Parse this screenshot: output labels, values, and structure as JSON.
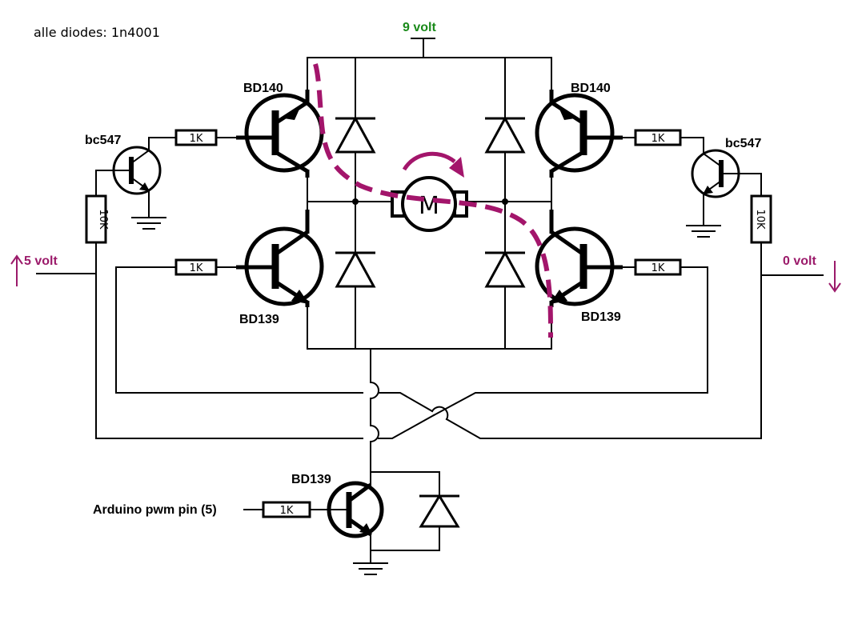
{
  "note": "alle diodes: 1n4001",
  "supply_label": "9 volt",
  "left_input_label": "5 volt",
  "right_input_label": "0 volt",
  "pwm_label": "Arduino pwm pin (5)",
  "transistors": {
    "top_left": "BD140",
    "top_right": "BD140",
    "bottom_left": "BD139",
    "bottom_right": "BD139",
    "left_driver": "bc547",
    "right_driver": "bc547",
    "pwm_switch": "BD139"
  },
  "resistors": {
    "top_left": "1K",
    "top_right": "1K",
    "bottom_left": "1K",
    "bottom_right": "1K",
    "left_pulldown": "10K",
    "right_pulldown": "10K",
    "pwm": "1K"
  },
  "motor_label": "M",
  "colors": {
    "supply": "#1a8a1a",
    "signal": "#9b1a6a",
    "current_path": "#a3156b",
    "wire": "#000000"
  }
}
